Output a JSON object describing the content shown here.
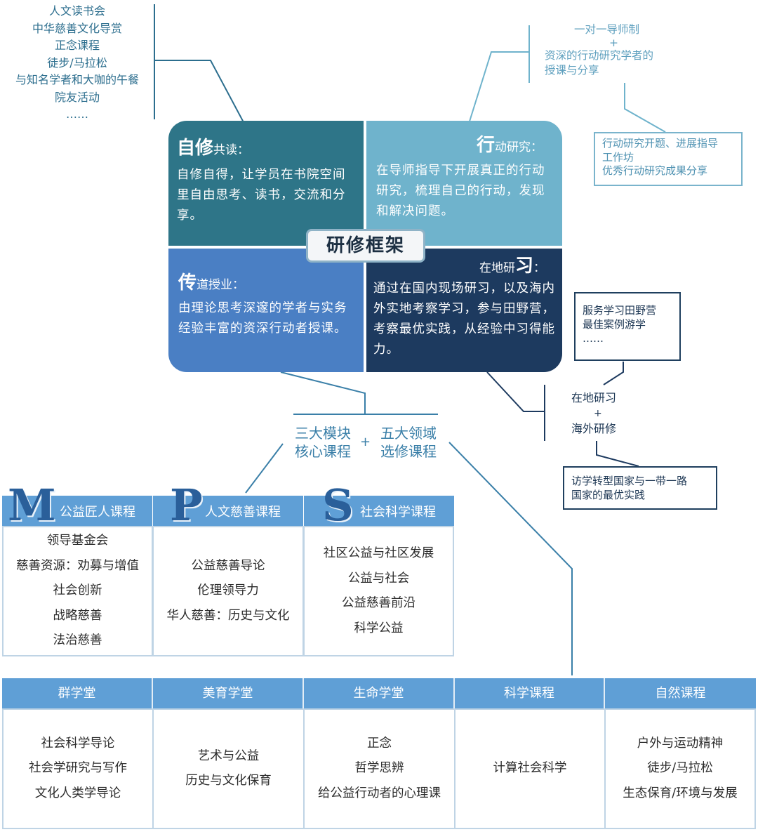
{
  "top_left_list": [
    "人文读书会",
    "中华慈善文化导赏",
    "正念课程",
    "徒步/马拉松",
    "与知名学者和大咖的午餐",
    "院友活动",
    "……"
  ],
  "top_right": {
    "line1": "一对一导师制",
    "plus": "+",
    "line2": "资深的行动研究学者的",
    "line3": "授课与分享"
  },
  "action_box": [
    "行动研究开题、进展指导",
    "工作坊",
    "优秀行动研究成果分享"
  ],
  "center_label": "研修框架",
  "quadrants": {
    "tl": {
      "big": "自修",
      "rest": "共读：",
      "body": "自修自得，让学员在书院空间里自由思考、读书，交流和分享。"
    },
    "tr": {
      "big": "行",
      "rest": "动研究：",
      "body": "在导师指导下开展真正的行动研究，梳理自己的行动，发现和解决问题。"
    },
    "bl": {
      "big": "传",
      "rest": "道授业：",
      "body": "由理论思考深邃的学者与实务经验丰富的资深行动者授课。"
    },
    "br": {
      "pre": "在地研",
      "big": "习",
      "rest": "：",
      "body": "通过在国内现场研习，以及海内外实地考察学习，参与田野营，考察最优实践，从经验中习得能力。"
    }
  },
  "field_box": [
    "服务学习田野营",
    "最佳案例游学",
    "……"
  ],
  "local_study": {
    "line1": "在地研习",
    "plus": "+",
    "line2": "海外研修"
  },
  "visit_box": [
    "访学转型国家与一带一路",
    "国家的最优实践"
  ],
  "middle": {
    "left1": "三大模块",
    "left2": "核心课程",
    "plus": "+",
    "right1": "五大领域",
    "right2": "选修课程"
  },
  "mps": [
    {
      "letter": "M",
      "title": "公益匠人课程",
      "items": [
        "领导基金会",
        "慈善资源：劝募与增值",
        "社会创新",
        "战略慈善",
        "法治慈善"
      ]
    },
    {
      "letter": "P",
      "title": "人文慈善课程",
      "items": [
        "公益慈善导论",
        "伦理领导力",
        "华人慈善：历史与文化"
      ]
    },
    {
      "letter": "S",
      "title": "社会科学课程",
      "items": [
        "社区公益与社区发展",
        "公益与社会",
        "公益慈善前沿",
        "科学公益"
      ]
    }
  ],
  "electives": [
    {
      "title": "群学堂",
      "items": [
        "社会科学导论",
        "社会学研究与写作",
        "文化人类学导论"
      ]
    },
    {
      "title": "美育学堂",
      "items": [
        "艺术与公益",
        "历史与文化保育"
      ]
    },
    {
      "title": "生命学堂",
      "items": [
        "正念",
        "哲学思辨",
        "给公益行动者的心理课"
      ]
    },
    {
      "title": "科学课程",
      "items": [
        "计算社会科学"
      ]
    },
    {
      "title": "自然课程",
      "items": [
        "户外与运动精神",
        "徒步/马拉松",
        "生态保育/环境与发展"
      ]
    }
  ],
  "colors": {
    "q_tl": "#2e7588",
    "q_tr": "#6fb3cc",
    "q_bl": "#4a7fc4",
    "q_br": "#1d3a5f",
    "header_blue": "#5f9fd6",
    "line_blue": "#3a7fa8"
  }
}
